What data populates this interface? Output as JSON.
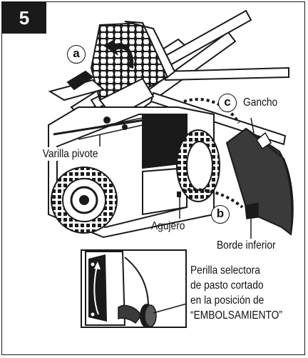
{
  "step": {
    "number": "5"
  },
  "callouts": {
    "a": "a",
    "b": "b",
    "c": "c"
  },
  "labels": {
    "gancho": "Gancho",
    "varilla_pivote": "Varilla pivote",
    "agujero": "Agujero",
    "borde_inferior": "Borde inferior"
  },
  "inset_note": {
    "line1": "Perilla selectora",
    "line2": "de pasto cortado",
    "line3": "en la posición de",
    "line4": "“EMBOLSAMIENTO”"
  },
  "colors": {
    "ink": "#1a1a1a",
    "plate_fill": "#3a3a3a",
    "paper": "#ffffff"
  }
}
